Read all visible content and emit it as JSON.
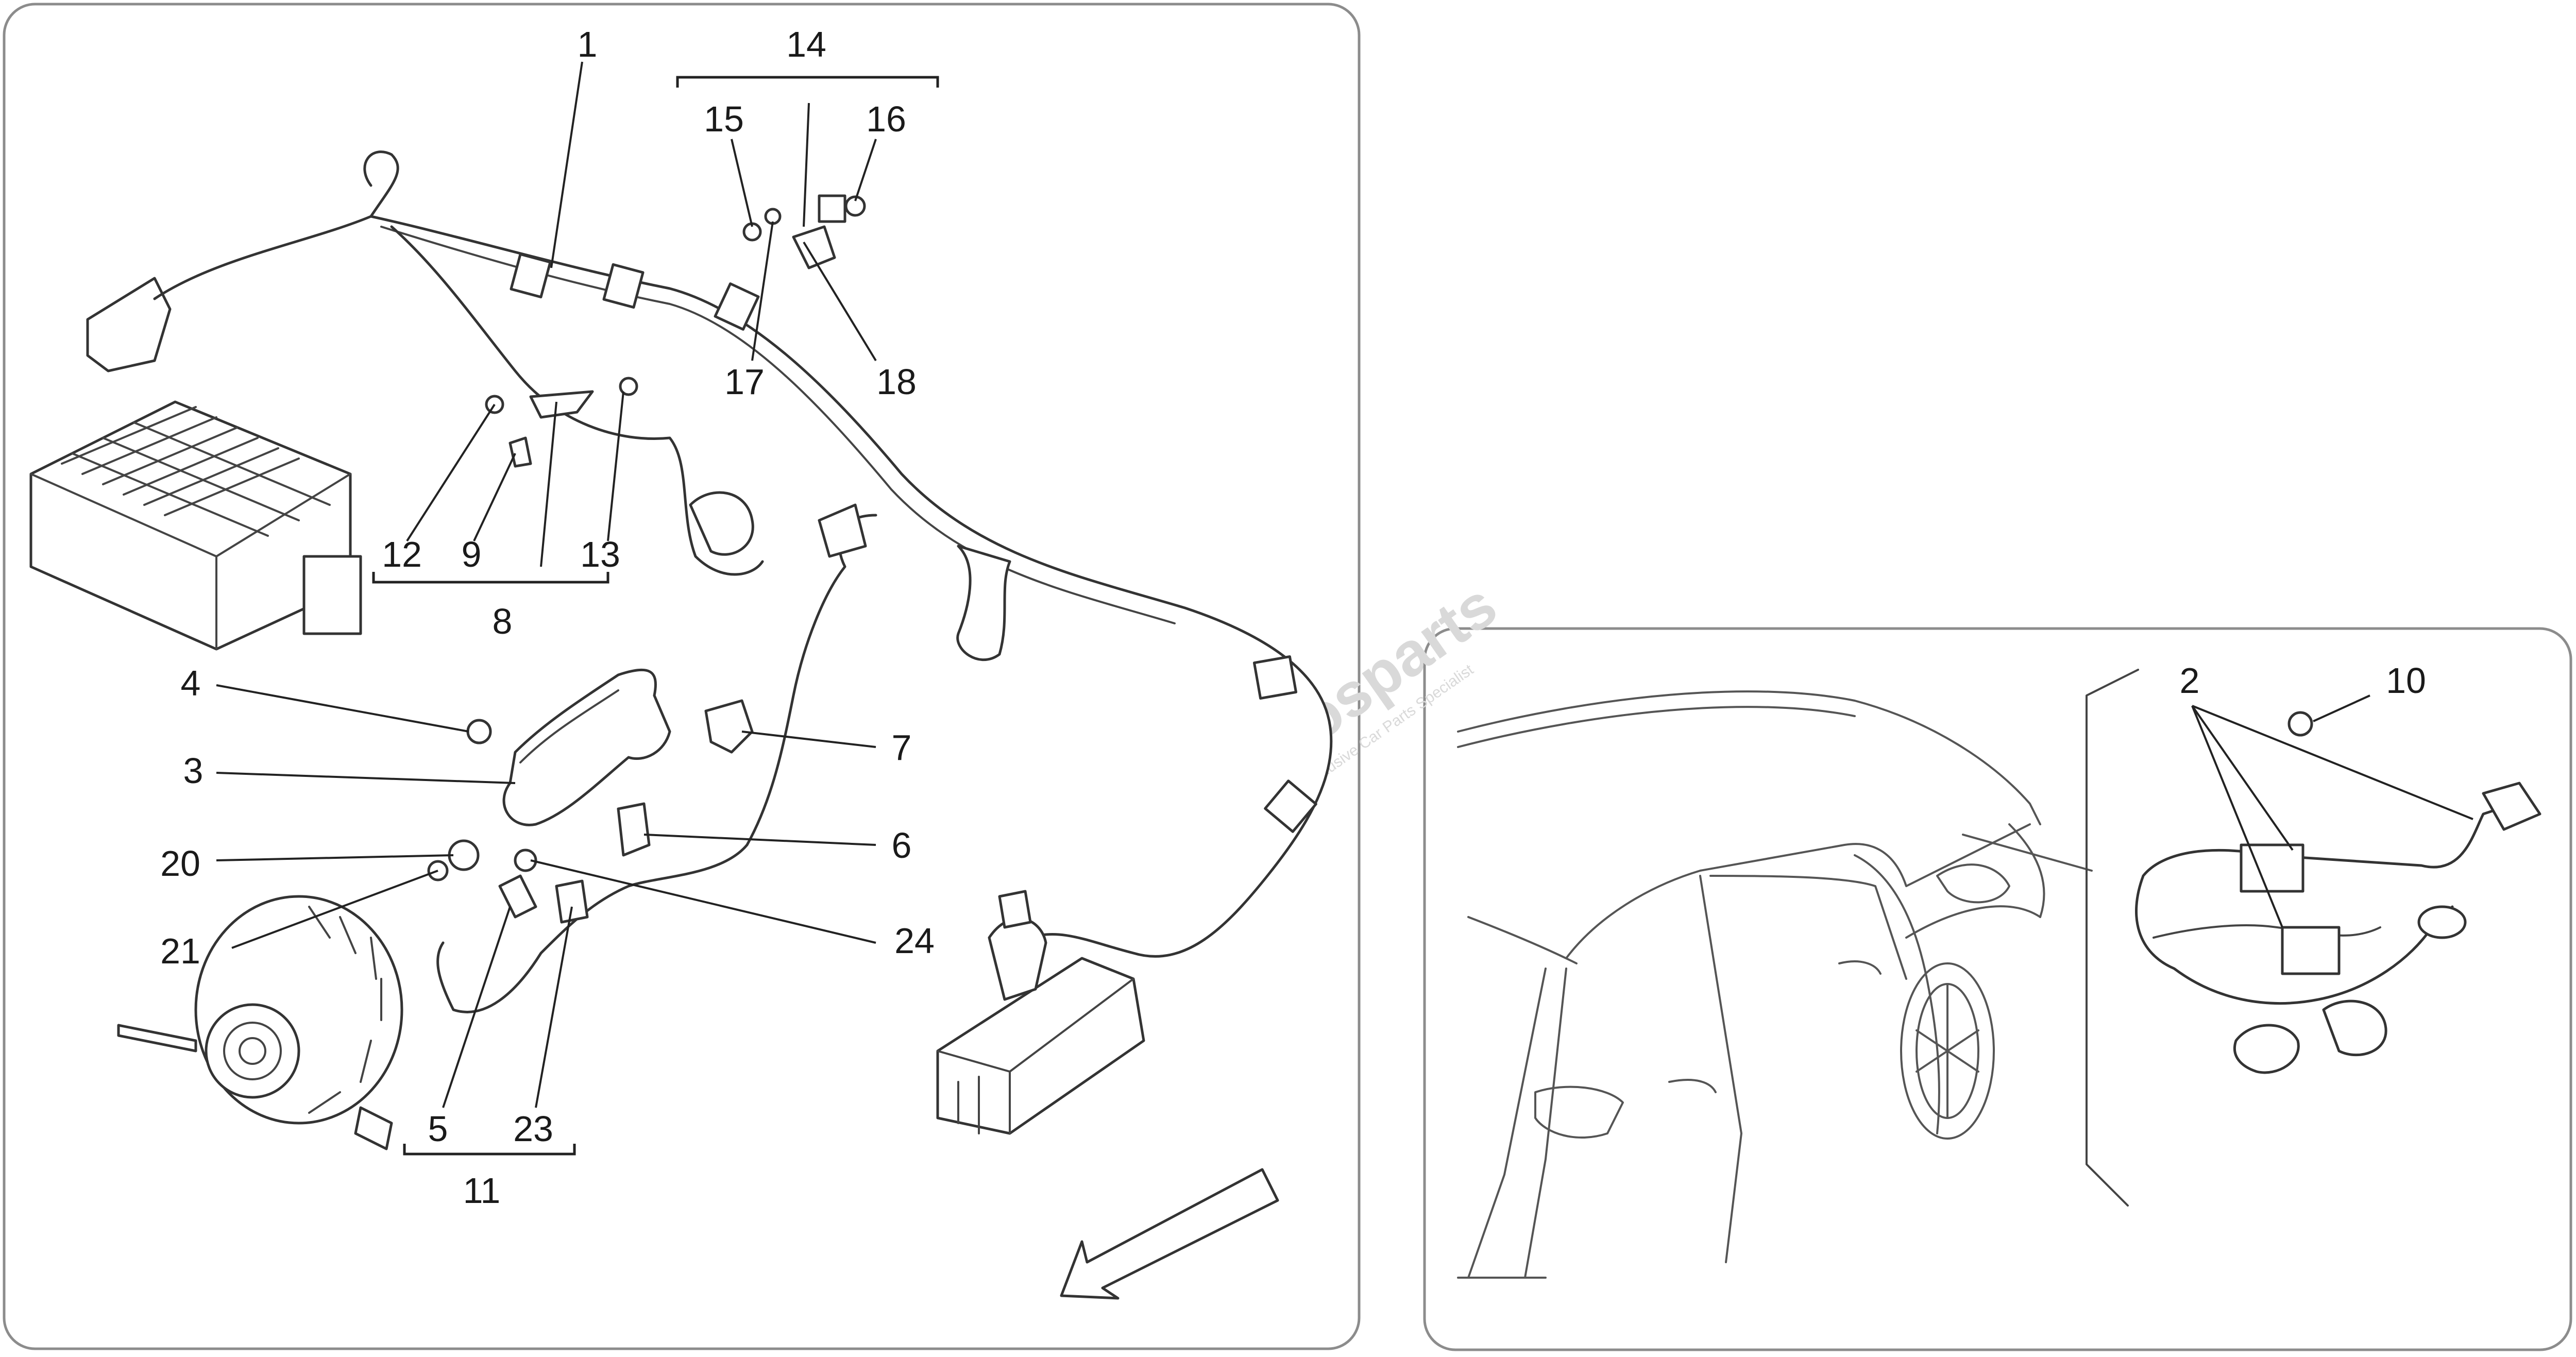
{
  "diagram": {
    "callouts": {
      "c1": "1",
      "c2": "2",
      "c3": "3",
      "c4": "4",
      "c5": "5",
      "c6": "6",
      "c7": "7",
      "c8": "8",
      "c9": "9",
      "c10": "10",
      "c11": "11",
      "c12": "12",
      "c13": "13",
      "c14": "14",
      "c15": "15",
      "c16": "16",
      "c17": "17",
      "c18": "18",
      "c20": "20",
      "c21": "21",
      "c23": "23",
      "c24": "24"
    }
  },
  "watermark": {
    "brand": "Mosparts",
    "tagline": "Exclusive Car Parts Specialist"
  },
  "colors": {
    "line": "#333333",
    "panel_border": "#8c8c8c",
    "watermark_grey": "#d9d9d9",
    "watermark_red": "#e8a0a8"
  }
}
